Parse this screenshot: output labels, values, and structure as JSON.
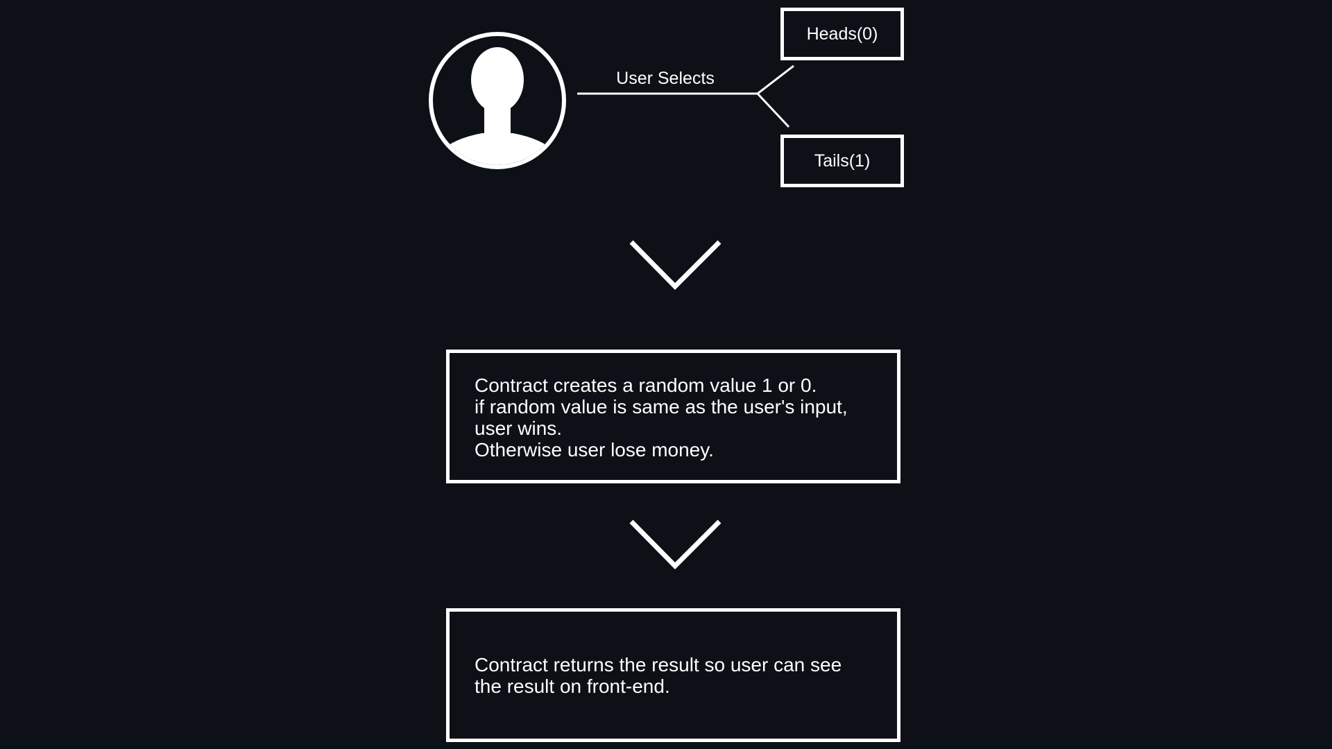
{
  "connector_label": "User Selects",
  "options": {
    "heads": "Heads(0)",
    "tails": "Tails(1)"
  },
  "steps": {
    "step1": {
      "lines": [
        "Contract creates a random value 1 or 0.",
        "if random value is same as the user's input,",
        "user wins.",
        "Otherwise user lose money."
      ]
    },
    "step2": {
      "lines": [
        "Contract returns the result so user can see",
        "the result on front-end."
      ]
    }
  },
  "icons": {
    "user": "user-avatar-icon",
    "flow_arrow": "chevron-down-icon"
  },
  "colors": {
    "background": "#0d1017",
    "foreground": "#ffffff"
  }
}
